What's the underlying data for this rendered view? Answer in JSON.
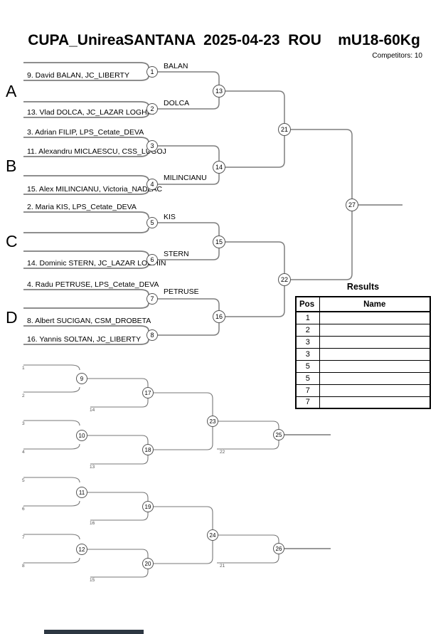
{
  "header": {
    "title": "CUPA_UnireaSANTANA  2025-04-23  ROU    mU18-60Kg",
    "competitors": "Competitors: 10"
  },
  "pools": [
    "A",
    "B",
    "C",
    "D"
  ],
  "entrants": [
    "9. David BALAN, JC_LIBERTY",
    "13. Vlad DOLCA, JC_LAZAR LOGHIN",
    "3. Adrian FILIP, LPS_Cetate_DEVA",
    "11. Alexandru MICLAESCU, CSS_LUGOJ",
    "15. Alex MILINCIANU, Victoria_NADLAC",
    "2. Maria KIS, LPS_Cetate_DEVA",
    "14. Dominic STERN, JC_LAZAR LOGHIN",
    "4. Radu PETRUSE, LPS_Cetate_DEVA",
    "8. Albert SUCIGAN, CSM_DROBETA",
    "16. Yannis SOLTAN, JC_LIBERTY"
  ],
  "winners": [
    "BALAN",
    "DOLCA",
    "MILINCIANU",
    "KIS",
    "STERN",
    "PETRUSE"
  ],
  "match_numbers": [
    "1",
    "2",
    "3",
    "4",
    "5",
    "6",
    "7",
    "8",
    "13",
    "14",
    "15",
    "16",
    "21",
    "22",
    "27",
    "9",
    "10",
    "17",
    "18",
    "23",
    "25",
    "11",
    "12",
    "19",
    "20",
    "24",
    "26"
  ],
  "feeders": [
    "1",
    "2",
    "14",
    "3",
    "4",
    "13",
    "22",
    "5",
    "6",
    "16",
    "7",
    "8",
    "15",
    "21"
  ],
  "results": {
    "title": "Results",
    "col_pos": "Pos",
    "col_name": "Name",
    "rows": [
      {
        "pos": "1",
        "name": ""
      },
      {
        "pos": "2",
        "name": ""
      },
      {
        "pos": "3",
        "name": ""
      },
      {
        "pos": "3",
        "name": ""
      },
      {
        "pos": "5",
        "name": ""
      },
      {
        "pos": "5",
        "name": ""
      },
      {
        "pos": "7",
        "name": ""
      },
      {
        "pos": "7",
        "name": ""
      }
    ]
  }
}
